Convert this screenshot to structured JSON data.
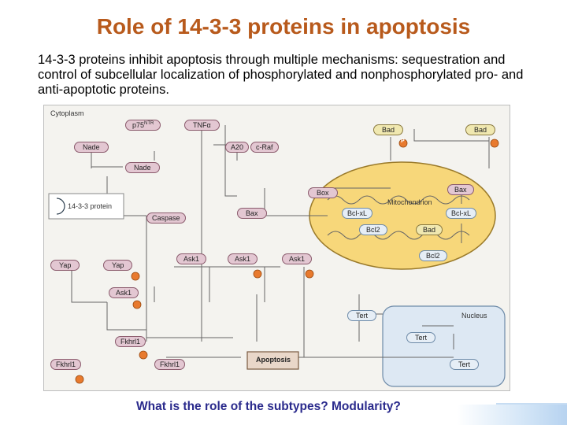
{
  "slide": {
    "title": "Role of 14-3-3 proteins in apoptosis",
    "body": "14-3-3 proteins inhibit apoptosis through multiple mechanisms: sequestration and control of subcellular localization of phosphorylated and nonphosphorylated pro- and anti-apoptotic proteins.",
    "caption": "What is the role of the subtypes? Modularity?"
  },
  "diagram": {
    "cytoplasm_label": "Cytoplasm",
    "mitochondrion_label": "Mitochondrion",
    "nucleus_label": "Nucleus",
    "legend_label": "14-3-3 protein",
    "phospho_mark": "P",
    "nodes": {
      "p75": "p75",
      "p75_sup": "NTR",
      "tnf": "TNFα",
      "nade1": "Nade",
      "nade2": "Nade",
      "a20": "A20",
      "craf": "c-Raf",
      "bad_top1": "Bad",
      "bad_top2": "Bad",
      "box": "Box",
      "bax": "Bax",
      "caspase": "Caspase",
      "bclxl_mito_left": "Bcl-xL",
      "bclxl_mito_right": "Bcl-xL",
      "bax_mito": "Bax",
      "bcl2_mito1": "Bcl2",
      "bad_mito": "Bad",
      "bcl2_mito2": "Bcl2",
      "yap1": "Yap",
      "yap2": "Yap",
      "ask1_a": "Ask1",
      "ask1_b": "Ask1",
      "ask1_c": "Ask1",
      "ask1_d": "Ask1",
      "fkhrl1_a": "Fkhrl1",
      "fkhrl1_b": "Fkhrl1",
      "fkhrl1_c": "Fkhrl1",
      "tert1": "Tert",
      "tert2": "Tert",
      "tert3": "Tert",
      "apoptosis": "Apoptosis"
    }
  }
}
